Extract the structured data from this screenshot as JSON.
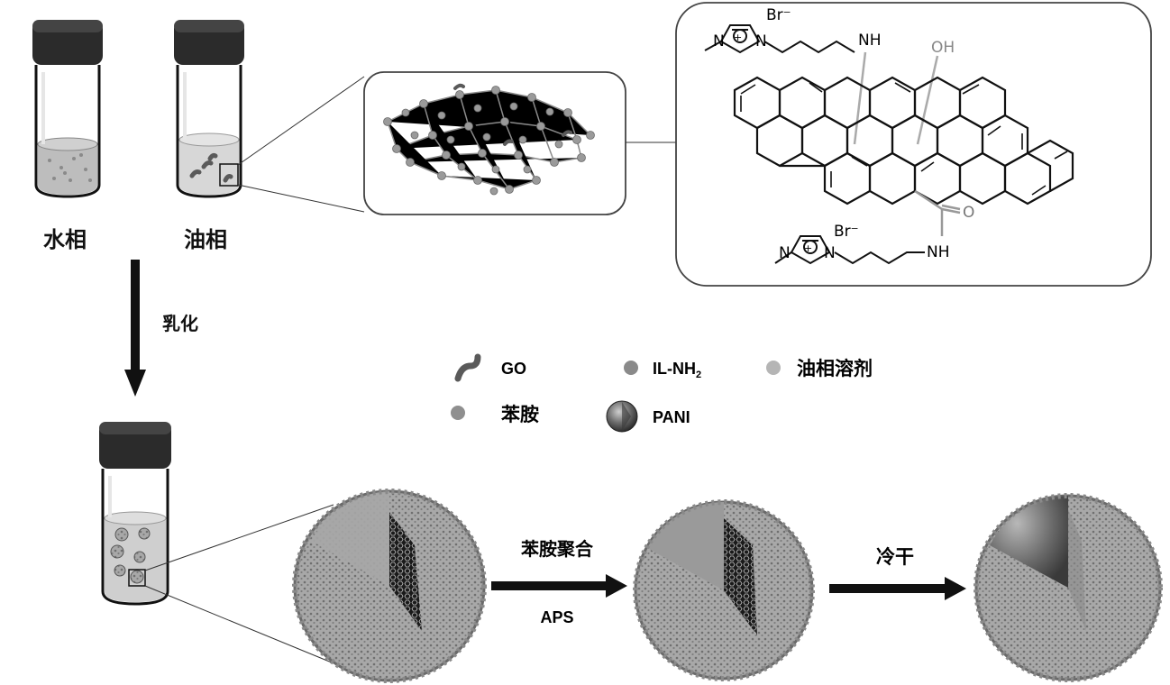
{
  "labels": {
    "water_phase": "水相",
    "oil_phase": "油相",
    "emulsify": "乳化",
    "polymerize": "苯胺聚合",
    "aps": "APS",
    "freeze_dry": "冷干"
  },
  "legend": {
    "go": "GO",
    "il_nh2_main": "IL-NH",
    "il_nh2_sub": "2",
    "oil_solvent": "油相溶剂",
    "aniline": "苯胺",
    "pani": "PANI"
  },
  "chem": {
    "br_top": "Br⁻",
    "br_bottom": "Br⁻",
    "nh_top": "NH",
    "nh_bottom": "NH",
    "oh": "OH",
    "o": "O",
    "n_methyl_top": "N",
    "n_plus_top": "N",
    "n_methyl_bottom": "N",
    "n_plus_bottom": "N",
    "plus": "⊕"
  },
  "colors": {
    "ink": "#111111",
    "cap": "#2b2b2b",
    "liquid": "#bdbdbd",
    "liquid_light": "#d7d7d7",
    "go_sheet": "#5a5a5a",
    "il_dot": "#8a8a8a",
    "solvent_dot": "#b5b5b5",
    "aniline_dot": "#8f8f8f",
    "frame": "#555555"
  }
}
